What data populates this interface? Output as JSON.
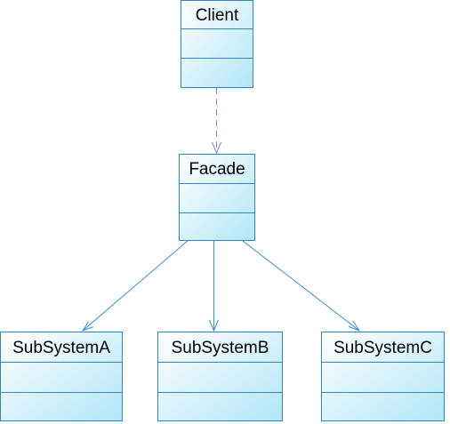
{
  "diagram": {
    "classes": {
      "client": {
        "name": "Client"
      },
      "facade": {
        "name": "Facade"
      },
      "subsystem_a": {
        "name": "SubSystemA"
      },
      "subsystem_b": {
        "name": "SubSystemB"
      },
      "subsystem_c": {
        "name": "SubSystemC"
      }
    },
    "relationships": [
      {
        "from": "client",
        "to": "facade",
        "kind": "dependency",
        "style": "dashed",
        "color": "#8C7BE0"
      },
      {
        "from": "facade",
        "to": "subsystem_a",
        "kind": "association",
        "style": "solid",
        "color": "#3C8CD2"
      },
      {
        "from": "facade",
        "to": "subsystem_b",
        "kind": "association",
        "style": "solid",
        "color": "#3C8CD2"
      },
      {
        "from": "facade",
        "to": "subsystem_c",
        "kind": "association",
        "style": "solid",
        "color": "#3C8CD2"
      }
    ],
    "colors": {
      "box_fill_top": "#FFFFFF",
      "box_fill_bottom": "#B2E6F8",
      "box_border": "#2F86C0",
      "text": "#000000"
    }
  }
}
